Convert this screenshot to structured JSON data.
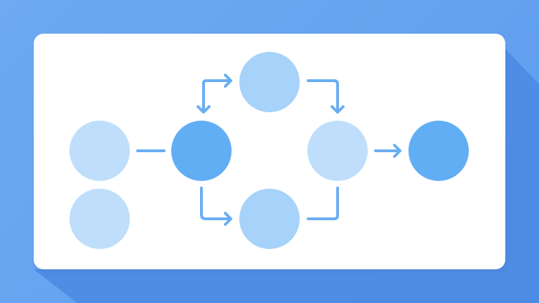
{
  "colors": {
    "background": "#66a4f0",
    "background_shadow": "#4b8be3",
    "card": "#ffffff",
    "connector": "#6aaef2",
    "node_dark": "#62aef5",
    "node_mid": "#a7d2f9",
    "node_light": "#bedefb"
  },
  "nodes": [
    {
      "id": "left-top",
      "shade": "node_light"
    },
    {
      "id": "left-bottom",
      "shade": "node_light"
    },
    {
      "id": "hub",
      "shade": "node_dark"
    },
    {
      "id": "branch-top",
      "shade": "node_mid"
    },
    {
      "id": "branch-bottom",
      "shade": "node_mid"
    },
    {
      "id": "merge",
      "shade": "node_light"
    },
    {
      "id": "output",
      "shade": "node_dark"
    }
  ],
  "connectors": [
    {
      "from": "left-top",
      "to": "hub",
      "arrow": false
    },
    {
      "from": "hub",
      "to": "branch-top",
      "arrow": true,
      "bidirectional": true
    },
    {
      "from": "branch-top",
      "to": "merge",
      "arrow": true
    },
    {
      "from": "hub",
      "to": "branch-bottom",
      "arrow": true
    },
    {
      "from": "branch-bottom",
      "to": "merge",
      "arrow": false
    },
    {
      "from": "merge",
      "to": "output",
      "arrow": true
    }
  ]
}
